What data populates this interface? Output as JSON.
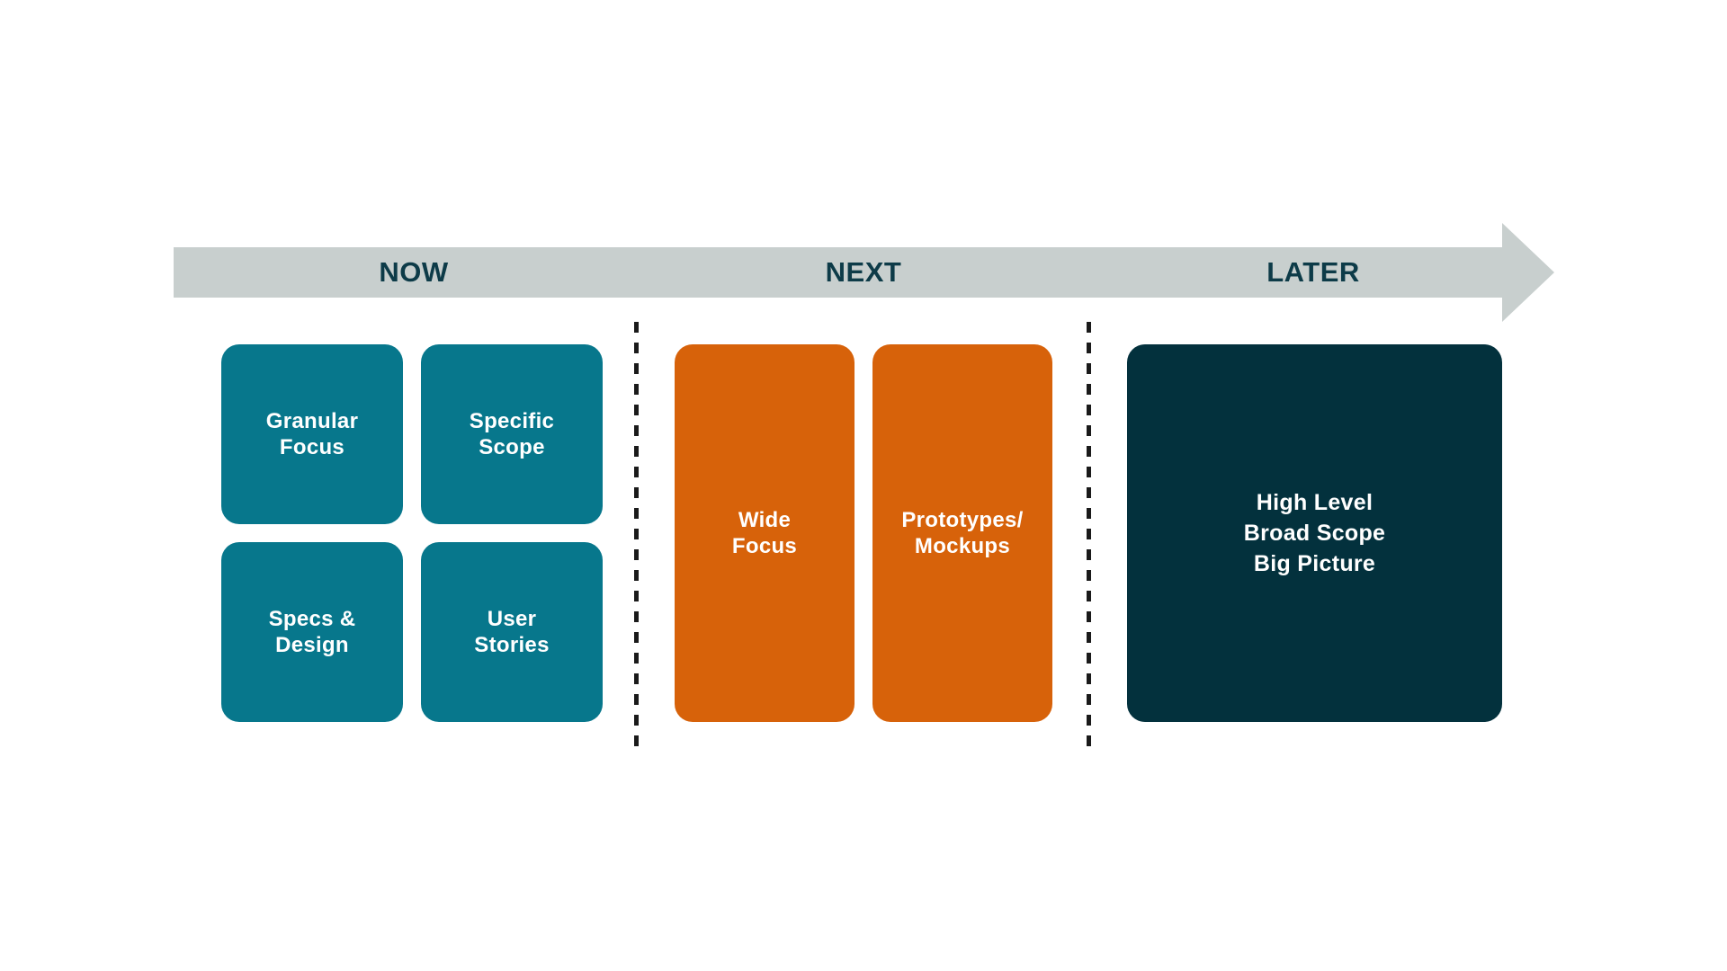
{
  "colors": {
    "background": "#ffffff",
    "arrow": "#c8cfce",
    "heading_text": "#0d3b48",
    "teal_card": "#07778c",
    "orange_card": "#d7620a",
    "dark_card": "#03313d",
    "card_text": "#ffffff",
    "divider": "#1a1a1a"
  },
  "sections": [
    {
      "id": "now",
      "label": "NOW",
      "cards": [
        {
          "id": "granular-focus",
          "text": "Granular\nFocus"
        },
        {
          "id": "specific-scope",
          "text": "Specific\nScope"
        },
        {
          "id": "specs-design",
          "text": "Specs &\nDesign"
        },
        {
          "id": "user-stories",
          "text": "User\nStories"
        }
      ]
    },
    {
      "id": "next",
      "label": "NEXT",
      "cards": [
        {
          "id": "wide-focus",
          "text": "Wide\nFocus"
        },
        {
          "id": "prototypes-mockups",
          "text": "Prototypes/\nMockups"
        }
      ]
    },
    {
      "id": "later",
      "label": "LATER",
      "cards": [
        {
          "id": "high-level",
          "text": "High Level\nBroad Scope\nBig Picture"
        }
      ]
    }
  ]
}
